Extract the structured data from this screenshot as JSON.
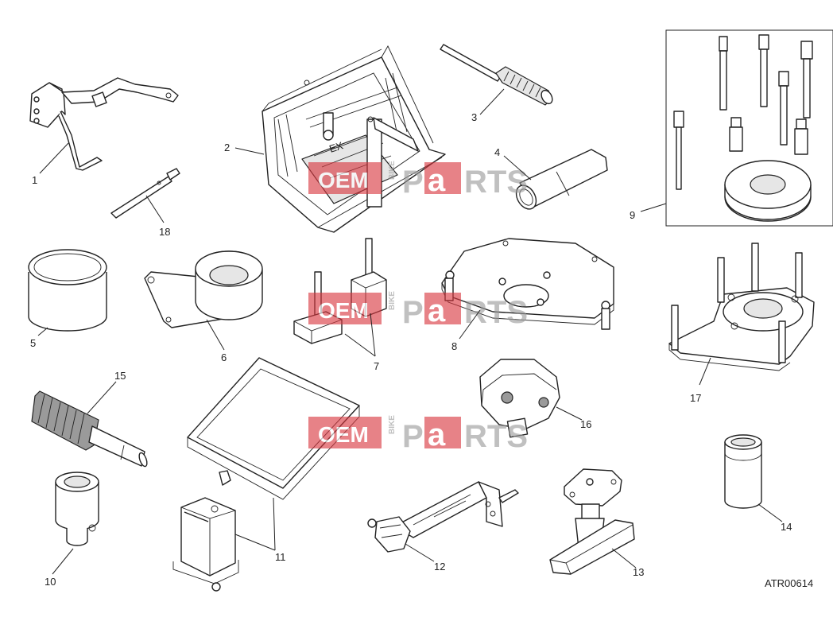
{
  "parts": [
    {
      "number": "1"
    },
    {
      "number": "2"
    },
    {
      "number": "3"
    },
    {
      "number": "4"
    },
    {
      "number": "5"
    },
    {
      "number": "6"
    },
    {
      "number": "7"
    },
    {
      "number": "8"
    },
    {
      "number": "9"
    },
    {
      "number": "10"
    },
    {
      "number": "11"
    },
    {
      "number": "12"
    },
    {
      "number": "13"
    },
    {
      "number": "14"
    },
    {
      "number": "15"
    },
    {
      "number": "16"
    },
    {
      "number": "17"
    },
    {
      "number": "18"
    }
  ],
  "reference_code": "ATR00614",
  "watermark": {
    "part1": "OEM",
    "part2": "BIKE",
    "part3": "P",
    "part4": "a",
    "part5": "RTS"
  },
  "box_label": "EX",
  "colors": {
    "watermark_red": "#d9363e",
    "watermark_gray": "#9a9a9a",
    "line": "#222222"
  }
}
